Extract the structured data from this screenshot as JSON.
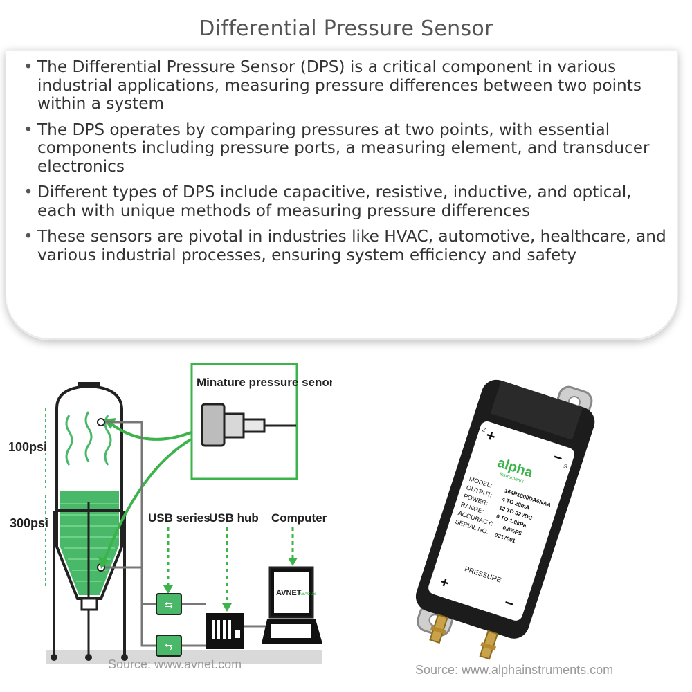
{
  "title": "Differential Pressure Sensor",
  "bullets": [
    "The Differential Pressure Sensor (DPS) is a critical component in various industrial applications, measuring pressure differences between two points within a system",
    "The DPS operates by comparing pressures at two points, with essential components including pressure ports, a measuring element, and transducer electronics",
    "Different types of DPS include capacitive, resistive, inductive, and optical, each with unique methods of measuring pressure differences",
    "These sensors are pivotal in industries like HVAC, automotive, healthcare, and various industrial processes, ensuring system efficiency and safety"
  ],
  "diagram": {
    "sensor_label": "Minature pressure senor",
    "pressure_top": "100psi",
    "pressure_bottom": "300psi",
    "usb_series": "USB series",
    "usb_hub": "USB hub",
    "computer": "Computer",
    "screen_brand": "AVNET",
    "screen_sub": "ABACUS",
    "source": "Source: www.avnet.com",
    "accent": "#3cb44b"
  },
  "device": {
    "brand": "alpha",
    "brand_sub": "instruments",
    "plus": "+",
    "minus": "−",
    "z": "Z",
    "s": "S",
    "spec_labels": [
      "MODEL:",
      "OUTPUT:",
      "POWER:",
      "RANGE:",
      "ACCURACY:",
      "SERIAL NO."
    ],
    "spec_values": [
      "164P1000DA6NAA",
      "4 TO 20mA",
      "12 TO 32VDC",
      "0 TO 1.0kPa",
      "0.6%FS",
      "0217001"
    ],
    "pressure_label": "PRESSURE",
    "source": "Source: www.alphainstruments.com"
  }
}
